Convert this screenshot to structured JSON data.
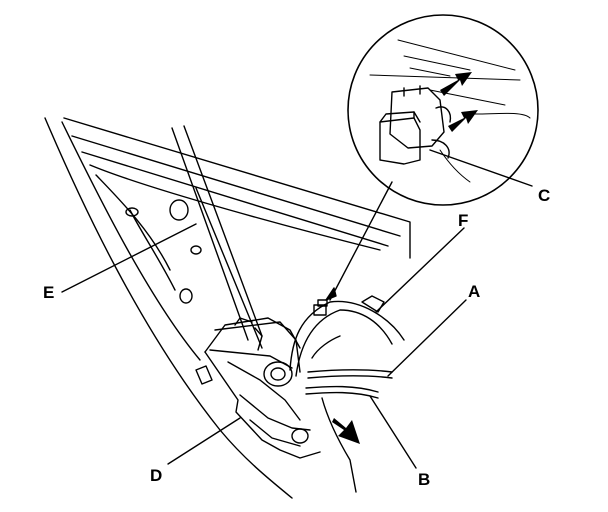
{
  "diagram": {
    "callouts": {
      "a": "A",
      "b": "B",
      "c": "C",
      "d": "D",
      "e": "E",
      "f": "F"
    }
  },
  "colors": {
    "line": "#000000",
    "background": "#ffffff"
  }
}
